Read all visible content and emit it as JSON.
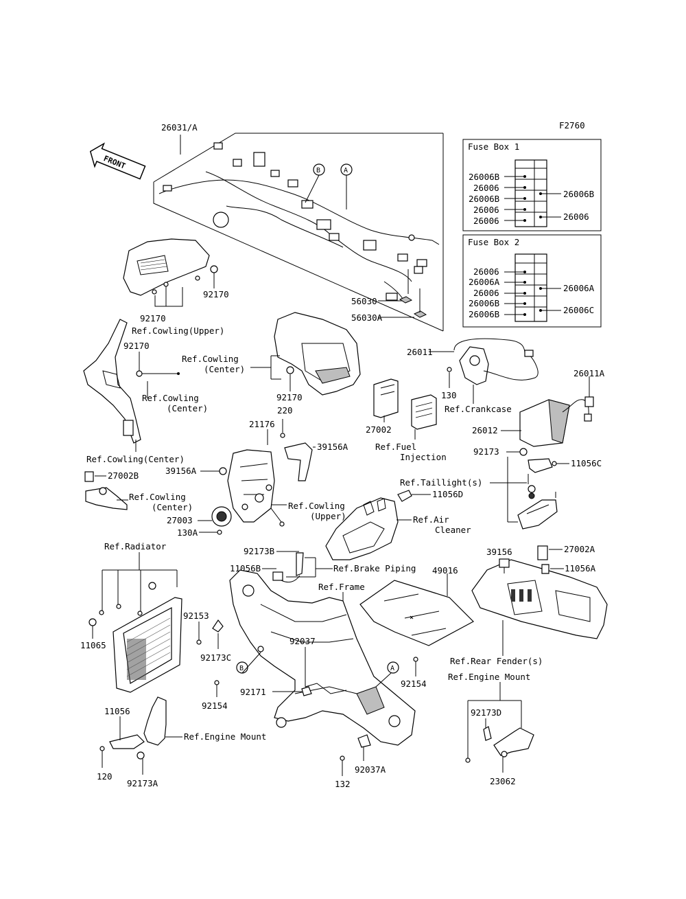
{
  "diagram_code": "F2760",
  "front_label": "FRONT",
  "fuse_box_1": {
    "title": "Fuse Box 1",
    "left": [
      "26006B",
      "26006",
      "26006B",
      "26006",
      "26006"
    ],
    "right": [
      "26006B",
      "26006"
    ]
  },
  "fuse_box_2": {
    "title": "Fuse Box 2",
    "left": [
      "26006",
      "26006A",
      "26006",
      "26006B",
      "26006B"
    ],
    "right": [
      "26006A",
      "26006C"
    ]
  },
  "circles": {
    "a": "A",
    "b": "B"
  },
  "labels": {
    "p26031": "26031/A",
    "p56030": "56030",
    "p56030a": "56030A",
    "p92170a": "92170",
    "p92170b": "92170",
    "p92170c": "92170",
    "p92170d": "92170",
    "ref_cowling_upper_1": "Ref.Cowling(Upper)",
    "ref_cowling_center_1a": "Ref.Cowling",
    "ref_cowling_center_1b": "(Center)",
    "ref_cowling_center_2a": "Ref.Cowling",
    "ref_cowling_center_2b": "(Center)",
    "ref_cowling_center_3": "Ref.Cowling(Center)",
    "ref_cowling_center_4a": "Ref.Cowling",
    "ref_cowling_center_4b": "(Center)",
    "ref_cowling_upper_2a": "Ref.Cowling",
    "ref_cowling_upper_2b": "(Upper)",
    "p26011": "26011",
    "p130": "130",
    "ref_crankcase": "Ref.Crankcase",
    "p26011a": "26011A",
    "p27002": "27002",
    "ref_fuel_a": "Ref.Fuel",
    "ref_fuel_b": "Injection",
    "p26012": "26012",
    "p92173": "92173",
    "p11056c": "11056C",
    "ref_taillight": "Ref.Taillight(s)",
    "p11056d": "11056D",
    "ref_air_a": "Ref.Air",
    "ref_air_b": "Cleaner",
    "p21176": "21176",
    "p220": "220",
    "p39156a_1": "39156A",
    "p39156a_2": "39156A",
    "p27002b": "27002B",
    "p27003": "27003",
    "p130a": "130A",
    "p39156": "39156",
    "p27002a": "27002A",
    "p11056a": "11056A",
    "ref_radiator": "Ref.Radiator",
    "p92173b": "92173B",
    "p11056b": "11056B",
    "ref_brake_piping": "Ref.Brake Piping",
    "p49016": "49016",
    "ref_frame": "Ref.Frame",
    "p11065": "11065",
    "p92153": "92153",
    "p92173c": "92173C",
    "p92037": "92037",
    "p92154a": "92154",
    "p92154b": "92154",
    "p92171": "92171",
    "ref_rear_fender": "Ref.Rear Fender(s)",
    "ref_engine_mount_1": "Ref.Engine Mount",
    "ref_engine_mount_2": "Ref.Engine Mount",
    "p11056": "11056",
    "p120": "120",
    "p92173a": "92173A",
    "p132": "132",
    "p92037a": "92037A",
    "p92173d": "92173D",
    "p23062": "23062"
  }
}
